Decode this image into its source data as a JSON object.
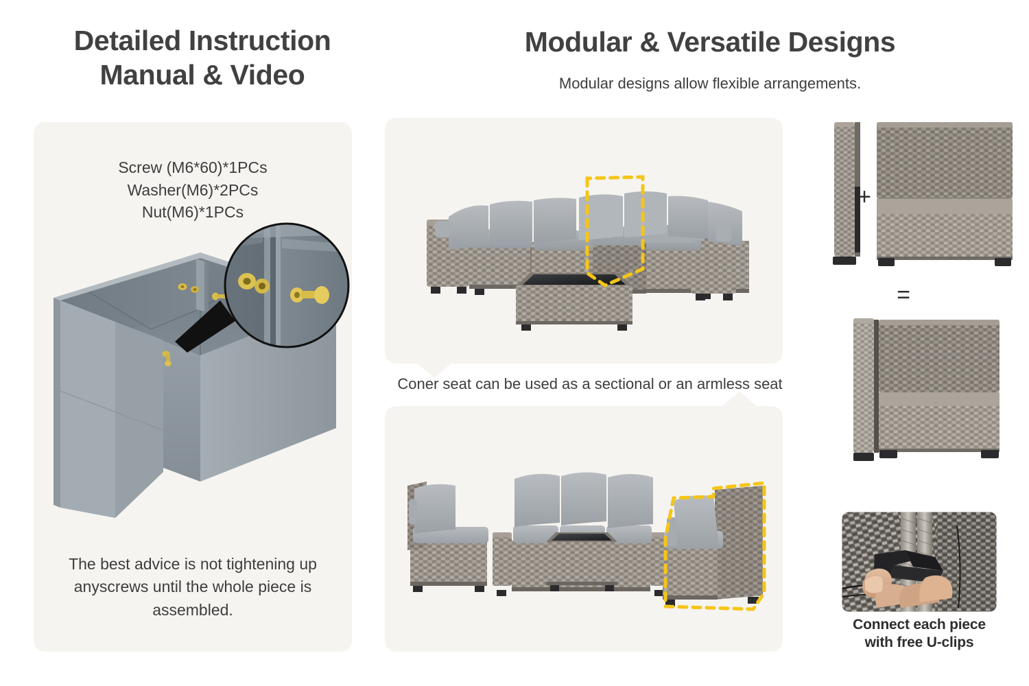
{
  "left_panel": {
    "heading_line1": "Detailed Instruction",
    "heading_line2": "Manual & Video",
    "parts": {
      "line1": "Screw (M6*60)*1PCs",
      "line2": "Washer(M6)*2PCs",
      "line3": "Nut(M6)*1PCs"
    },
    "advice": "The best advice is not tightening up anyscrews until the whole piece is assembled.",
    "illustration_name": "sofa-frame-3d-render",
    "magnifier_name": "hardware-zoom-callout"
  },
  "right_panel": {
    "heading": "Modular & Versatile Designs",
    "subheading": "Modular designs allow flexible arrangements.",
    "mid_caption": "Coner seat can be used as a sectional or an armless seat",
    "top_image_name": "l-shaped-sectional-with-coffee-table",
    "bottom_image_name": "separated-sofa-chair-table-arrangement",
    "highlight_note": "corner seat highlighted with yellow dashed outline"
  },
  "assembly_column": {
    "plus_symbol": "+",
    "equals_symbol": "=",
    "part_a_name": "side-arm-panel",
    "part_b_name": "armless-seat",
    "result_name": "corner-seat-assembled",
    "uclip_photo_name": "u-clip-installation-photo",
    "uclip_caption_line1": "Connect each piece",
    "uclip_caption_line2": "with free U-clips"
  },
  "colors": {
    "page_background": "#ffffff",
    "card_background": "#f6f4f0",
    "heading_text": "#414141",
    "body_text": "#3d3d3d",
    "highlight_dashed": "#f5c518",
    "frame_gray": "#8b949c",
    "hardware_gold": "#d6b94a",
    "wicker_gray": "#9a958e",
    "cushion_gray": "#a8acb0"
  }
}
